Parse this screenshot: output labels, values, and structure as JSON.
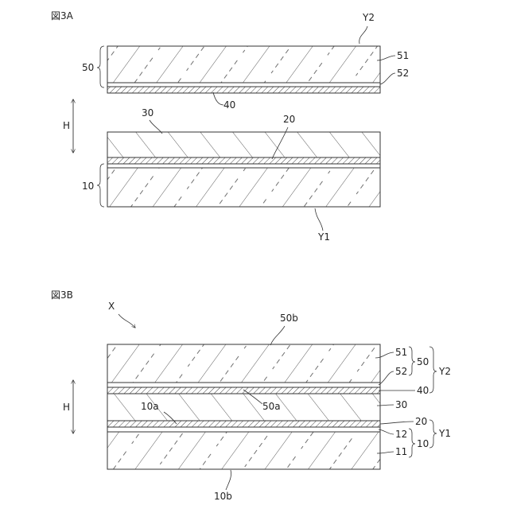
{
  "fig_a": {
    "title": "図3A",
    "labels": {
      "y2": "Y2",
      "l50": "50",
      "l51": "51",
      "l52": "52",
      "l40": "40",
      "h": "H",
      "l30": "30",
      "l20": "20",
      "l10": "10",
      "y1": "Y1"
    }
  },
  "fig_b": {
    "title": "図3B",
    "labels": {
      "x": "X",
      "l50b": "50b",
      "l51": "51",
      "l50": "50",
      "l52": "52",
      "y2": "Y2",
      "l40": "40",
      "h": "H",
      "l10a": "10a",
      "l50a": "50a",
      "l30": "30",
      "l20": "20",
      "l12": "12",
      "y1": "Y1",
      "l10": "10",
      "l11": "11",
      "l10b": "10b"
    }
  }
}
